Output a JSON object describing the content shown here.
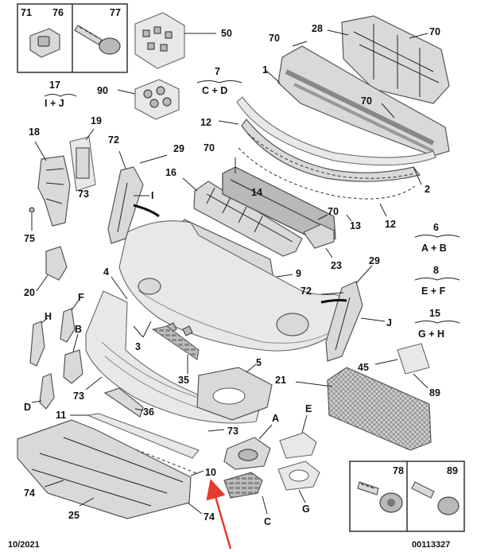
{
  "footer": {
    "date": "10/2021",
    "ref": "00113327"
  },
  "callouts": [
    {
      "id": "c71",
      "text": "71"
    },
    {
      "id": "c76",
      "text": "76"
    },
    {
      "id": "c77",
      "text": "77"
    },
    {
      "id": "c50",
      "text": "50"
    },
    {
      "id": "c17",
      "text": "17"
    },
    {
      "id": "c17s",
      "text": "I + J"
    },
    {
      "id": "c90",
      "text": "90"
    },
    {
      "id": "c7",
      "text": "7"
    },
    {
      "id": "c7s",
      "text": "C + D"
    },
    {
      "id": "c70a",
      "text": "70"
    },
    {
      "id": "c28",
      "text": "28"
    },
    {
      "id": "c70b",
      "text": "70"
    },
    {
      "id": "c1",
      "text": "1"
    },
    {
      "id": "c70c",
      "text": "70"
    },
    {
      "id": "c12a",
      "text": "12"
    },
    {
      "id": "c18",
      "text": "18"
    },
    {
      "id": "c19",
      "text": "19"
    },
    {
      "id": "c72a",
      "text": "72"
    },
    {
      "id": "c29a",
      "text": "29"
    },
    {
      "id": "c70d",
      "text": "70"
    },
    {
      "id": "c2",
      "text": "2"
    },
    {
      "id": "c73a",
      "text": "73"
    },
    {
      "id": "c16",
      "text": "16"
    },
    {
      "id": "c14",
      "text": "14"
    },
    {
      "id": "cI",
      "text": "I"
    },
    {
      "id": "c70e",
      "text": "70"
    },
    {
      "id": "c13",
      "text": "13"
    },
    {
      "id": "c12b",
      "text": "12"
    },
    {
      "id": "c75",
      "text": "75"
    },
    {
      "id": "c6",
      "text": "6"
    },
    {
      "id": "c6s",
      "text": "A + B"
    },
    {
      "id": "c20",
      "text": "20"
    },
    {
      "id": "c23",
      "text": "23"
    },
    {
      "id": "c29b",
      "text": "29"
    },
    {
      "id": "c4",
      "text": "4"
    },
    {
      "id": "c9",
      "text": "9"
    },
    {
      "id": "c8",
      "text": "8"
    },
    {
      "id": "c8s",
      "text": "E + F"
    },
    {
      "id": "c72b",
      "text": "72"
    },
    {
      "id": "cF",
      "text": "F"
    },
    {
      "id": "cH",
      "text": "H"
    },
    {
      "id": "cB",
      "text": "B"
    },
    {
      "id": "c15",
      "text": "15"
    },
    {
      "id": "c15s",
      "text": "G + H"
    },
    {
      "id": "cJ",
      "text": "J"
    },
    {
      "id": "c3",
      "text": "3"
    },
    {
      "id": "c45",
      "text": "45"
    },
    {
      "id": "c35",
      "text": "35"
    },
    {
      "id": "c5",
      "text": "5"
    },
    {
      "id": "c21",
      "text": "21"
    },
    {
      "id": "c73b",
      "text": "73"
    },
    {
      "id": "c89a",
      "text": "89"
    },
    {
      "id": "cD",
      "text": "D"
    },
    {
      "id": "c36",
      "text": "36"
    },
    {
      "id": "c11",
      "text": "11"
    },
    {
      "id": "cA",
      "text": "A"
    },
    {
      "id": "cE",
      "text": "E"
    },
    {
      "id": "c73c",
      "text": "73"
    },
    {
      "id": "c74a",
      "text": "74"
    },
    {
      "id": "c10",
      "text": "10"
    },
    {
      "id": "c78",
      "text": "78"
    },
    {
      "id": "c89b",
      "text": "89"
    },
    {
      "id": "c25",
      "text": "25"
    },
    {
      "id": "cC",
      "text": "C"
    },
    {
      "id": "cG",
      "text": "G"
    },
    {
      "id": "c74b",
      "text": "74"
    }
  ]
}
